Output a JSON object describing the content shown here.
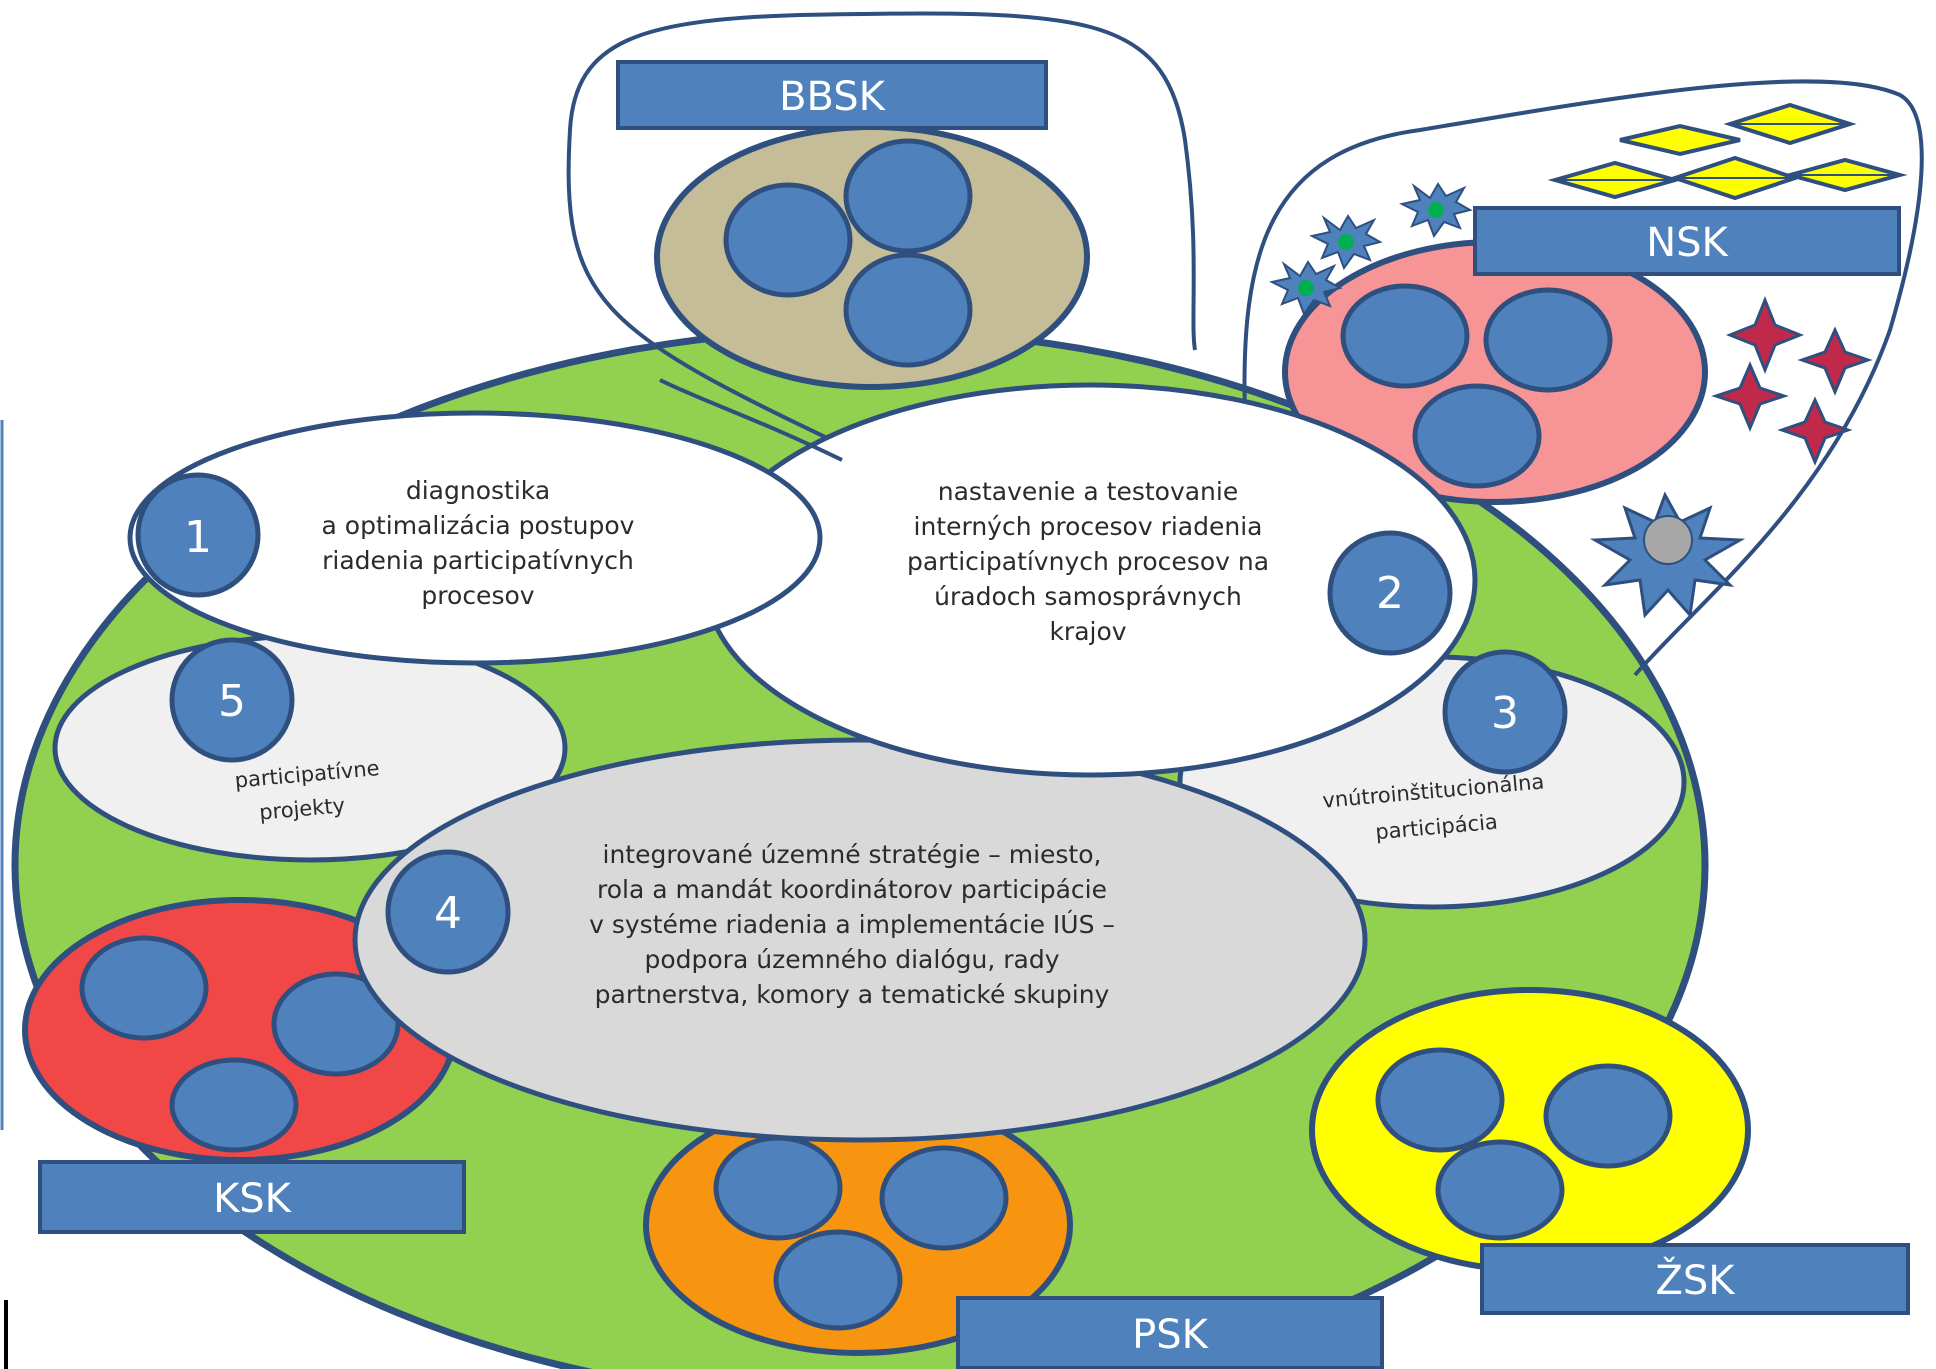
{
  "colors": {
    "green": "#92D050",
    "blue": "#4F81BD",
    "blue_dark": "#2F4F7F",
    "tan": "#C4BD97",
    "pink": "#F79495",
    "red": "#F24747",
    "orange": "#F79510",
    "yellow": "#FFFF00",
    "gray_light": "#F0F0F0",
    "gray_mid": "#D9D9D9"
  },
  "regions": {
    "bbsk": "BBSK",
    "nsk": "NSK",
    "ksk": "KSK",
    "psk": "PSK",
    "zsk": "ŽSK"
  },
  "steps": {
    "s1": {
      "num": "1",
      "lines": [
        "diagnostika",
        "a optimalizácia postupov",
        "riadenia participatívnych",
        "procesov"
      ]
    },
    "s2": {
      "num": "2",
      "lines": [
        "nastavenie a testovanie",
        "interných procesov riadenia",
        "participatívnych procesov na",
        "úradoch samosprávnych",
        "krajov"
      ]
    },
    "s3": {
      "num": "3",
      "lines": [
        "vnútroinštitucionálna",
        "participácia"
      ]
    },
    "s4": {
      "num": "4",
      "lines": [
        "integrované územné stratégie – miesto,",
        "rola a  mandát koordinátorov participácie",
        "v systéme riadenia a implementácie IÚS –",
        "podpora územného dialógu, rady",
        "partnerstva, komory a tematické skupiny"
      ]
    },
    "s5": {
      "num": "5",
      "lines": [
        "participatívne",
        "projekty"
      ]
    }
  }
}
